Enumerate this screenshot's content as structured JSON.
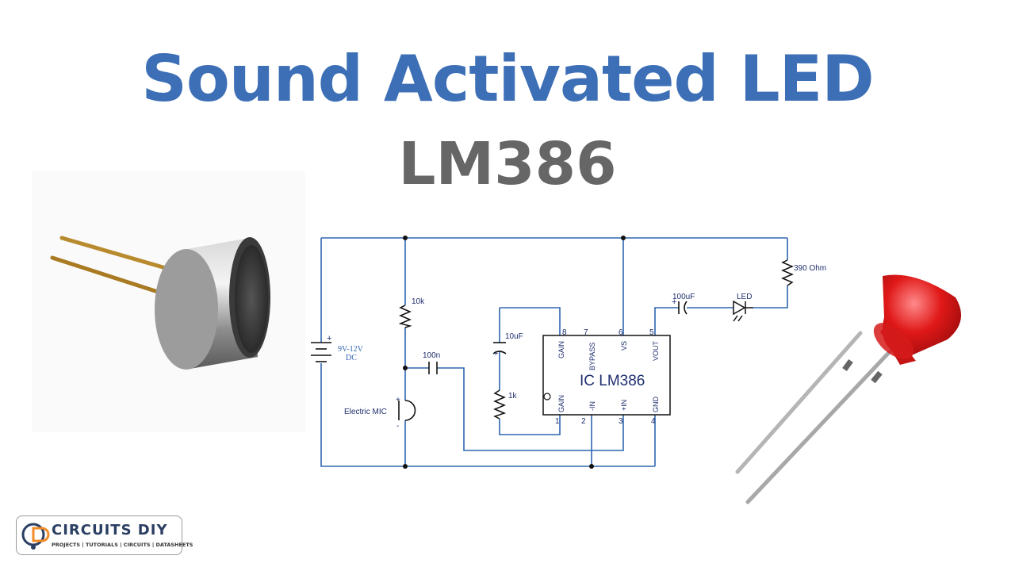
{
  "header": {
    "title": "Sound Activated LED",
    "subtitle": "LM386"
  },
  "schematic": {
    "ic_label": "IC LM386",
    "battery_plus": "+",
    "battery_voltage": "9V-12V",
    "battery_dc": "DC",
    "r_10k": "10k",
    "c_100n": "100n",
    "c_10uF": "10uF",
    "r_1k": "1k",
    "c_100uF": "100uF",
    "led": "LED",
    "r_390": "390 Ohm",
    "mic": "Electric MIC",
    "mic_plus": "+",
    "mic_minus": "-",
    "cap_plus_10uF": "+",
    "cap_plus_100uF": "+",
    "pins": [
      {
        "num": "8",
        "name": "GAIN"
      },
      {
        "num": "7",
        "name": "BYPASS"
      },
      {
        "num": "6",
        "name": "VS"
      },
      {
        "num": "5",
        "name": "VOUT"
      },
      {
        "num": "1",
        "name": "GAIN"
      },
      {
        "num": "2",
        "name": "-IN"
      },
      {
        "num": "3",
        "name": "+IN"
      },
      {
        "num": "4",
        "name": "GND"
      }
    ]
  },
  "logo": {
    "name": "CIRCUITS DIY",
    "tagline": "PROJECTS | TUTORIALS | CIRCUITS | DATASHEETS"
  },
  "colors": {
    "title": "#3d6fb6",
    "subtitle": "#666666",
    "wire": "#2e66b0",
    "label": "#1f2f6e",
    "led_red": "#e02020"
  }
}
